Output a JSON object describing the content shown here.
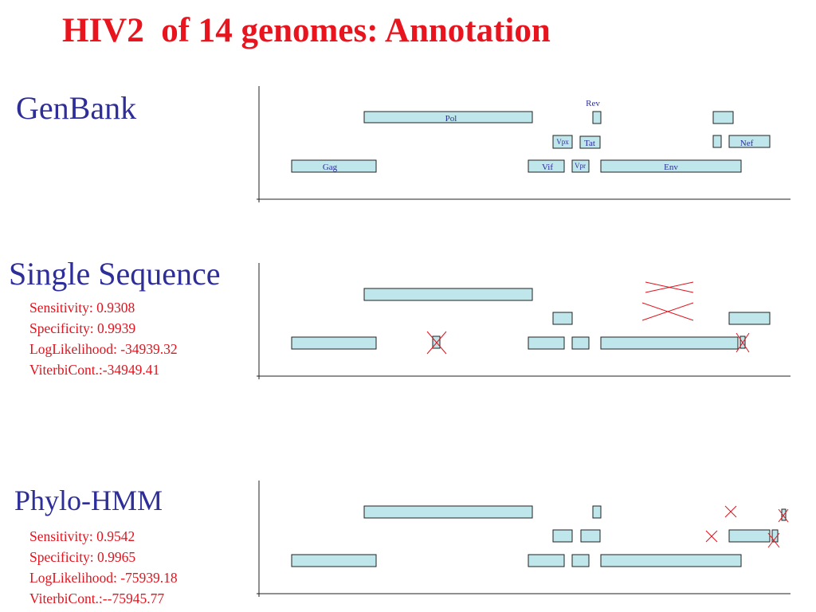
{
  "slide": {
    "title": "HIV2  of 14 genomes: Annotation"
  },
  "sections": [
    {
      "id": "genbank",
      "heading": "GenBank",
      "stats": []
    },
    {
      "id": "single",
      "heading": "Single Sequence",
      "stats": [
        "Sensitivity: 0.9308",
        "Specificity: 0.9939",
        "LogLikelihood: -34939.32",
        "ViterbiCont.:-34949.41"
      ]
    },
    {
      "id": "phylo",
      "heading": "Phylo-HMM",
      "stats": [
        "Sensitivity: 0.9542",
        "Specificity: 0.9965",
        "LogLikelihood: -75939.18",
        "ViterbiCont.:--75945.77"
      ]
    }
  ],
  "genes": {
    "pol": "Pol",
    "rev": "Rev",
    "vpx": "Vpx",
    "tat": "Tat",
    "nef": "Nef",
    "gag": "Gag",
    "vif": "Vif",
    "vpr": "Vpr",
    "env": "Env"
  },
  "colors": {
    "title": "#e8141e",
    "heading": "#2e2e9a",
    "stats": "#e0141e",
    "gene_fill": "#bfe6ea",
    "gene_stroke": "#222222",
    "cross": "#e0141e",
    "axis": "#222222"
  }
}
